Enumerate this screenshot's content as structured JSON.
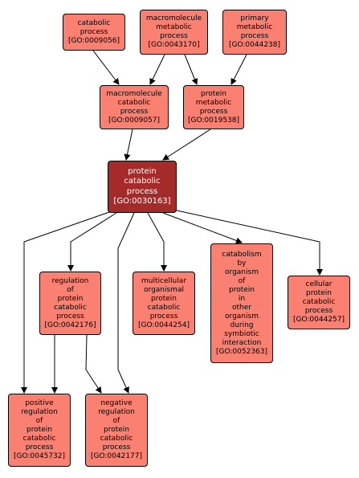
{
  "colors": {
    "node_fill": "#fa8072",
    "focus_fill": "#a52a2a",
    "border": "#000000",
    "focus_text": "#ffffff",
    "edge": "#000000"
  },
  "nodes": {
    "go0009056": {
      "lines": [
        "catabolic",
        "process",
        "[GO:0009056]"
      ]
    },
    "go0043170": {
      "lines": [
        "macromolecule",
        "metabolic",
        "process",
        "[GO:0043170]"
      ]
    },
    "go0044238": {
      "lines": [
        "primary",
        "metabolic",
        "process",
        "[GO:0044238]"
      ]
    },
    "go0009057": {
      "lines": [
        "macromolecule",
        "catabolic",
        "process",
        "[GO:0009057]"
      ]
    },
    "go0019538": {
      "lines": [
        "protein",
        "metabolic",
        "process",
        "[GO:0019538]"
      ]
    },
    "go0030163": {
      "lines": [
        "protein",
        "catabolic",
        "process",
        "[GO:0030163]"
      ]
    },
    "go0042176": {
      "lines": [
        "regulation",
        "of",
        "protein",
        "catabolic",
        "process",
        "[GO:0042176]"
      ]
    },
    "go0044254": {
      "lines": [
        "multicellular",
        "organismal",
        "protein",
        "catabolic",
        "process",
        "[GO:0044254]"
      ]
    },
    "go0052363": {
      "lines": [
        "catabolism",
        "by",
        "organism",
        "of",
        "protein",
        "in",
        "other",
        "organism",
        "during",
        "symbiotic",
        "interaction",
        "[GO:0052363]"
      ]
    },
    "go0044257": {
      "lines": [
        "cellular",
        "protein",
        "catabolic",
        "process",
        "[GO:0044257]"
      ]
    },
    "go0045732": {
      "lines": [
        "positive",
        "regulation",
        "of",
        "protein",
        "catabolic",
        "process",
        "[GO:0045732]"
      ]
    },
    "go0042177": {
      "lines": [
        "negative",
        "regulation",
        "of",
        "protein",
        "catabolic",
        "process",
        "[GO:0042177]"
      ]
    }
  },
  "edges": [
    [
      "go0009056",
      "go0009057"
    ],
    [
      "go0043170",
      "go0009057"
    ],
    [
      "go0043170",
      "go0019538"
    ],
    [
      "go0044238",
      "go0019538"
    ],
    [
      "go0009057",
      "go0030163"
    ],
    [
      "go0019538",
      "go0030163"
    ],
    [
      "go0030163",
      "go0042176"
    ],
    [
      "go0030163",
      "go0044254"
    ],
    [
      "go0030163",
      "go0052363"
    ],
    [
      "go0030163",
      "go0044257"
    ],
    [
      "go0030163",
      "go0045732"
    ],
    [
      "go0030163",
      "go0042177"
    ],
    [
      "go0042176",
      "go0045732"
    ],
    [
      "go0042176",
      "go0042177"
    ]
  ]
}
